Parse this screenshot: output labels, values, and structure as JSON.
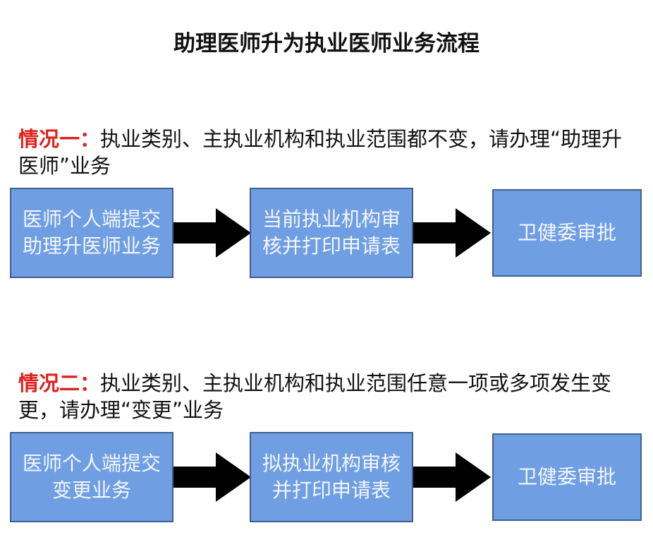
{
  "title": "助理医师升为执业医师业务流程",
  "case1": {
    "label": "情况一：",
    "text": "执业类别、主执业机构和执业范围都不变，请办理“助理升医师”业务",
    "steps": [
      "医师个人端提交助理升医师业务",
      "当前执业机构审核并打印申请表",
      "卫健委审批"
    ]
  },
  "case2": {
    "label": "情况二：",
    "text": "执业类别、主执业机构和执业范围任意一项或多项发生变更，请办理“变更”业务",
    "steps": [
      "医师个人端提交变更业务",
      "拟执业机构审核并打印申请表",
      "卫健委审批"
    ]
  },
  "colors": {
    "box": "#6f9ee2",
    "label": "#e0201b"
  }
}
